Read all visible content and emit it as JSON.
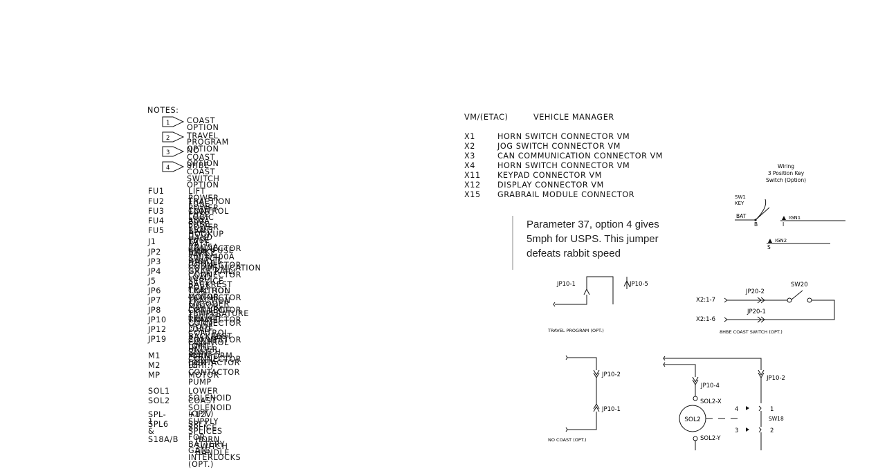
{
  "notes": {
    "title": "NOTES:",
    "items": [
      {
        "num": "1",
        "label": "COAST OPTION"
      },
      {
        "num": "2",
        "label": "TRAVEL PROGRAM OPTION"
      },
      {
        "num": "3",
        "label": "NO COAST OPTION"
      },
      {
        "num": "4",
        "label": "8HBE COAST SWITCH OPTION"
      }
    ]
  },
  "legend": [
    {
      "code": "FU1",
      "desc": "LIFT POWER FUSE 150A"
    },
    {
      "code": "FU2",
      "desc": "TRACTION POWER FUSE 250A"
    },
    {
      "code": "FU3",
      "desc": "CONTROL LOGIC FUSE 15A"
    },
    {
      "code": "FU4",
      "desc": "AUX POWER HOOKUP FUSE 5A/15A (OPT.)"
    },
    {
      "code": "FU5",
      "desc": "RIGHT HAND BATT. CON. FUSE 250A/400A (OPT.)"
    },
    {
      "code": "J1",
      "desc": "TA CONNECTOR"
    },
    {
      "code": "JP2",
      "desc": "BRAKE SWITCH CONNECTOR"
    },
    {
      "code": "JP3",
      "desc": "HANDLE COMMUNICATION CONNECTOR"
    },
    {
      "code": "JP4",
      "desc": "GRAB RAIL/ LOAD BACKREST CONTROL CONNECTOR"
    },
    {
      "code": "J5",
      "desc": "SERVICE PORT"
    },
    {
      "code": "JP6",
      "desc": "TRACTION MOTOR ENCODER CONNECTOR"
    },
    {
      "code": "JP7",
      "desc": "TRACTION MOTOR TEMPERATURE CONNECTOR"
    },
    {
      "code": "JP8",
      "desc": "LIFT LIMIT SWITCH CONNECTOR"
    },
    {
      "code": "JP10",
      "desc": "TRAVEL MODE CONTROL CONNECTOR (OPT.)"
    },
    {
      "code": "JP12",
      "desc": "LOAD BACKREST CONTROL UNDER PLATFORM (OPT.)"
    },
    {
      "code": "JP19",
      "desc": "2nd LIFT LIMIT SWITCH CONNECTOR (OPT.)"
    },
    {
      "code": "M1",
      "desc": "MAIN CONTACTOR"
    },
    {
      "code": "M2",
      "desc": "LIFT CONTACTOR"
    },
    {
      "code": "MP",
      "desc": "MOTOR PUMP"
    },
    {
      "code": "SOL1",
      "desc": "LOWER SOLENOID"
    },
    {
      "code": "SOL2",
      "desc": "COAST SOLENOID (OPT.)"
    },
    {
      "code": "SPL-1",
      "desc": "+12V SUPPLY SPLICE"
    },
    {
      "code": "SPL6 &",
      "desc": "SPL7  SPLICES FOR BATTERY GATE INTERLOCKS (OPT.)"
    },
    {
      "code": "S18A/B",
      "desc": "HORN SWITCH HANDLE"
    }
  ],
  "vm": {
    "header_code": "VM/(ETAC)",
    "header_desc": "VEHICLE MANAGER",
    "items": [
      {
        "code": "X1",
        "desc": "HORN SWITCH CONNECTOR VM"
      },
      {
        "code": "X2",
        "desc": "JOG SWITCH CONNECTOR VM"
      },
      {
        "code": "X3",
        "desc": "CAN COMMUNICATION CONNECTOR VM"
      },
      {
        "code": "X4",
        "desc": "HORN SWITCH CONNECTOR VM"
      },
      {
        "code": "X11",
        "desc": "KEYPAD CONNECTOR VM"
      },
      {
        "code": "X12",
        "desc": "DISPLAY CONNECTOR VM"
      },
      {
        "code": "X15",
        "desc": "GRABRAIL MODULE CONNECTOR"
      }
    ]
  },
  "parameter_note": {
    "line1": "Parameter 37, option 4 gives",
    "line2": "5mph for USPS.  This jumper",
    "line3": "defeats rabbit speed"
  },
  "key_switch": {
    "title1": "Wiring",
    "title2": "3 Position Key",
    "title3": "Switch (Option)",
    "sw_label": "SW1",
    "key_label": "KEY",
    "bat": "BAT",
    "b": "B",
    "i": "I",
    "s": "S",
    "ign1": "IGN1",
    "ign2": "IGN2"
  },
  "travel_program": {
    "jp10_1": "JP10-1",
    "jp10_5": "JP10-5",
    "caption": "TRAVEL PROGRAM (OPT.)"
  },
  "coast_switch": {
    "jp20_2": "JP20-2",
    "jp20_1": "JP20-1",
    "sw20": "SW20",
    "x2_1_7": "X2:1-7",
    "x2_1_6": "X2:1-6",
    "caption": "8HBE COAST SWITCH (OPT.)"
  },
  "no_coast": {
    "jp10_2": "JP10-2",
    "jp10_1": "JP10-1",
    "caption": "NO COAST (OPT.)"
  },
  "coast": {
    "jp10_4": "JP10-4",
    "jp10_2": "JP10-2",
    "sol2_x": "SOL2-X",
    "sol2": "SOL2",
    "sol2_y": "SOL2-Y",
    "pos4": "4",
    "pos3": "3",
    "pin1": "1",
    "pin2": "2",
    "sw18": "SW18"
  }
}
